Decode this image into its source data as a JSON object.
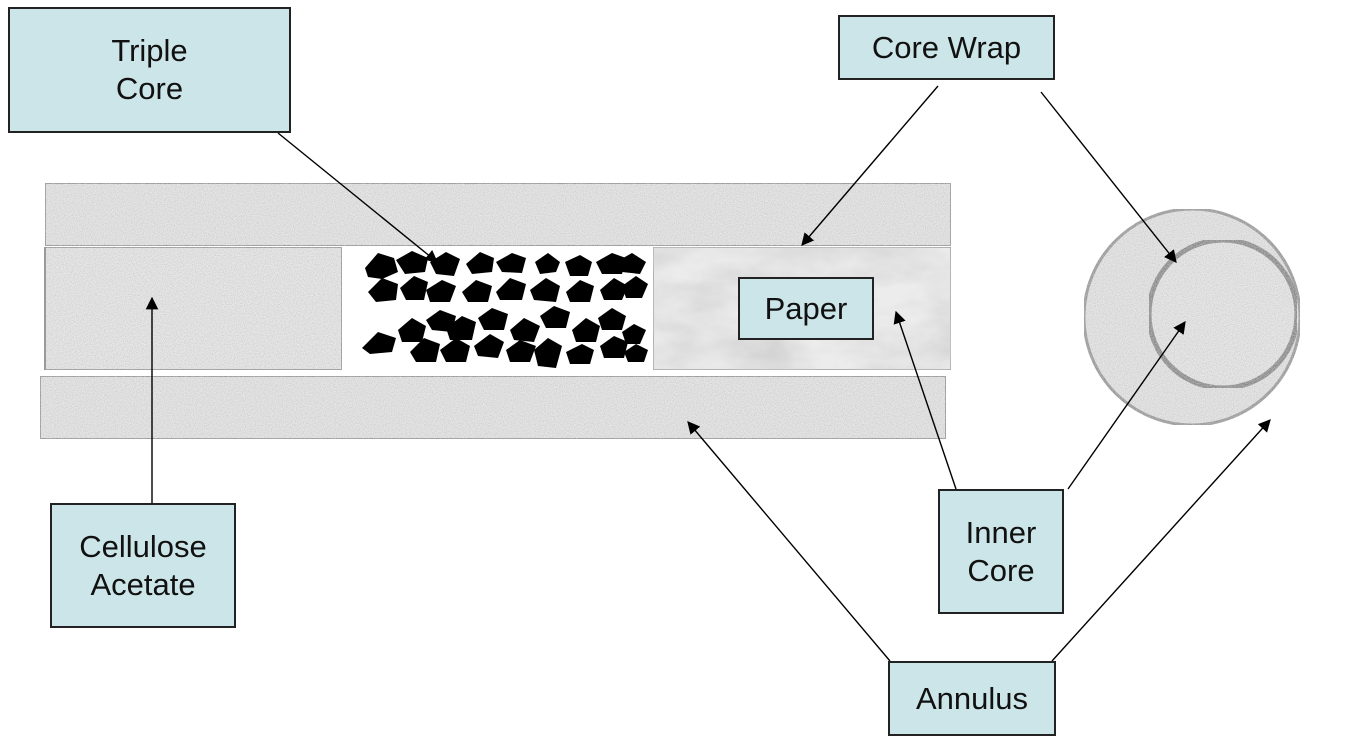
{
  "labels": {
    "triple_core": [
      "Triple",
      "Core"
    ],
    "core_wrap": [
      "Core Wrap"
    ],
    "paper": [
      "Paper"
    ],
    "cellulose_acetate": [
      "Cellulose",
      "Acetate"
    ],
    "inner_core": [
      "Inner",
      "Core"
    ],
    "annulus": [
      "Annulus"
    ]
  },
  "colors": {
    "label_fill": "#cce5e8",
    "label_border": "#222222",
    "layer_fill": "#e4e4e4",
    "layer_border": "#9a9a9a",
    "granule": "#000000",
    "arrow": "#000000"
  }
}
